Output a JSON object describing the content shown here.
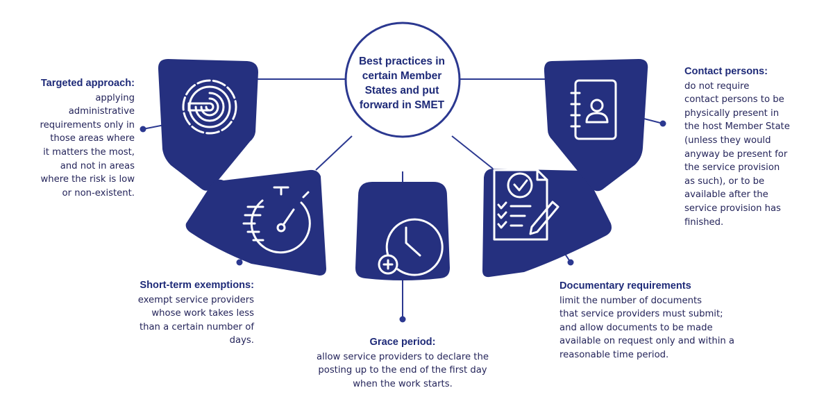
{
  "center": {
    "lines": [
      "Best practices in",
      "certain Member",
      "States and put",
      "forward in SMET"
    ]
  },
  "items": {
    "targeted": {
      "icon": "target-icon",
      "title": "Targeted approach:",
      "lines": [
        "applying",
        "administrative",
        "requirements only in",
        "those areas where",
        "it matters the most,",
        "and not in areas",
        "where the risk is low",
        "or non-existent."
      ]
    },
    "short_term": {
      "icon": "stopwatch-icon",
      "title": "Short-term exemptions:",
      "lines": [
        "exempt service providers",
        "whose work takes less",
        "than a certain number of",
        "days."
      ]
    },
    "grace": {
      "icon": "clock-plus-icon",
      "title": "Grace period:",
      "lines": [
        "allow service providers to declare the",
        "posting up to the end of the first day",
        "when the work starts."
      ]
    },
    "documentary": {
      "icon": "document-checklist-icon",
      "title": "Documentary requirements",
      "lines": [
        "limit the number of documents",
        "that service providers must submit;",
        "and allow documents to be made",
        "available on request only and within a",
        "reasonable time period."
      ]
    },
    "contact": {
      "icon": "contact-book-icon",
      "title": "Contact persons:",
      "lines": [
        "do not require",
        "contact persons to be",
        "physically present in",
        "the host Member State",
        "(unless they would",
        "anyway be present for",
        "the service provision",
        "as such), or to be",
        "available after the",
        "service provision has",
        "finished."
      ]
    }
  },
  "colors": {
    "navy": "#25307f",
    "connector": "#2b3890",
    "text": "#24245a"
  }
}
